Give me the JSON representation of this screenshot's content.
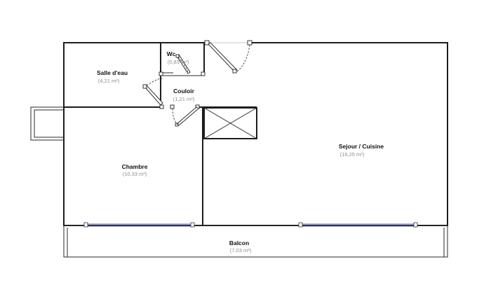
{
  "plan": {
    "rooms": {
      "salle_eau": {
        "name": "Salle d'eau",
        "area": "(4,21 m²)"
      },
      "wc": {
        "name": "Wc",
        "area": "(0,83 m²)"
      },
      "couloir": {
        "name": "Couloir",
        "area": "(1,21 m²)"
      },
      "chambre": {
        "name": "Chambre",
        "area": "(10,33 m²)"
      },
      "sejour": {
        "name": "Sejour / Cuisine",
        "area": "(16,25 m²)"
      },
      "balcon": {
        "name": "Balcon",
        "area": "(7,03 m²)"
      }
    },
    "colors": {
      "wall": "#1c1c1c",
      "window": "#5560b8",
      "area_text": "#8c8c8c"
    }
  }
}
